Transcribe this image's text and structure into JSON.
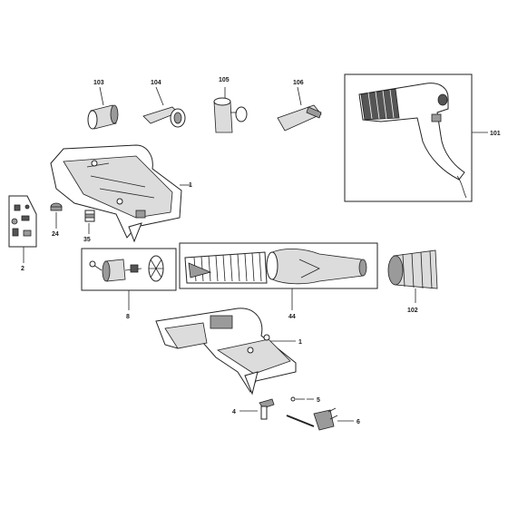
{
  "parts": [
    {
      "id": "p103",
      "label": "103"
    },
    {
      "id": "p104",
      "label": "104"
    },
    {
      "id": "p105",
      "label": "105"
    },
    {
      "id": "p106",
      "label": "106"
    },
    {
      "id": "p101",
      "label": "101"
    },
    {
      "id": "p1a",
      "label": "1"
    },
    {
      "id": "p2",
      "label": "2"
    },
    {
      "id": "p24",
      "label": "24"
    },
    {
      "id": "p35",
      "label": "35"
    },
    {
      "id": "p8",
      "label": "8"
    },
    {
      "id": "p44",
      "label": "44"
    },
    {
      "id": "p102",
      "label": "102"
    },
    {
      "id": "p1b",
      "label": "1"
    },
    {
      "id": "p5",
      "label": "5"
    },
    {
      "id": "p4",
      "label": "4"
    },
    {
      "id": "p6",
      "label": "6"
    }
  ]
}
